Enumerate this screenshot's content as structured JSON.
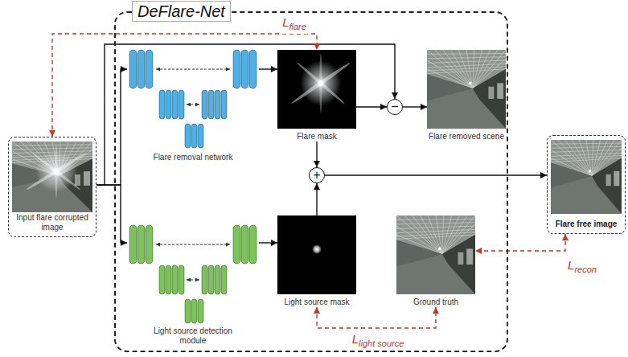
{
  "diagram": {
    "nodes": [
      {
        "text": [
          "Input flare corrupted image"
        ]
      },
      {
        "text": [
          "DeFlare-Net"
        ]
      },
      {
        "text": [
          "Flare removal network"
        ],
        "in": 1
      },
      {
        "text": [
          "Flare mask"
        ],
        "in": 1
      },
      {
        "text": [
          "−"
        ],
        "in": 1
      },
      {
        "text": [
          "Flare removed scene"
        ],
        "in": 1
      },
      {
        "text": [
          "+"
        ],
        "in": 1
      },
      {
        "text": [
          "Light source detection module"
        ],
        "in": 1
      },
      {
        "text": [
          "Light source mask"
        ],
        "in": 1
      },
      {
        "text": [
          "Ground truth"
        ],
        "in": 1
      },
      {
        "text": [
          "Flare free image"
        ]
      }
    ],
    "edges": [
      {
        "from": 0,
        "to": 2,
        "arrow": "to"
      },
      {
        "from": 0,
        "to": 7,
        "arrow": "to"
      },
      {
        "from": 0,
        "to": 4,
        "arrow": "to"
      },
      {
        "from": 2,
        "to": 3,
        "arrow": "to"
      },
      {
        "from": 3,
        "to": 4,
        "arrow": "to"
      },
      {
        "from": 4,
        "to": 5,
        "arrow": "to"
      },
      {
        "from": 3,
        "to": 6,
        "arrow": "to"
      },
      {
        "from": 8,
        "to": 6,
        "arrow": "to"
      },
      {
        "from": 7,
        "to": 8,
        "arrow": "to"
      },
      {
        "from": 6,
        "to": 10,
        "arrow": "to"
      },
      {
        "from": 0,
        "to": 3,
        "arrow": "both",
        "label": "Lflare"
      },
      {
        "from": 10,
        "to": 9,
        "arrow": "both",
        "label": "Lrecon"
      },
      {
        "from": 8,
        "to": 9,
        "arrow": "both",
        "label": "Llight source"
      }
    ]
  }
}
